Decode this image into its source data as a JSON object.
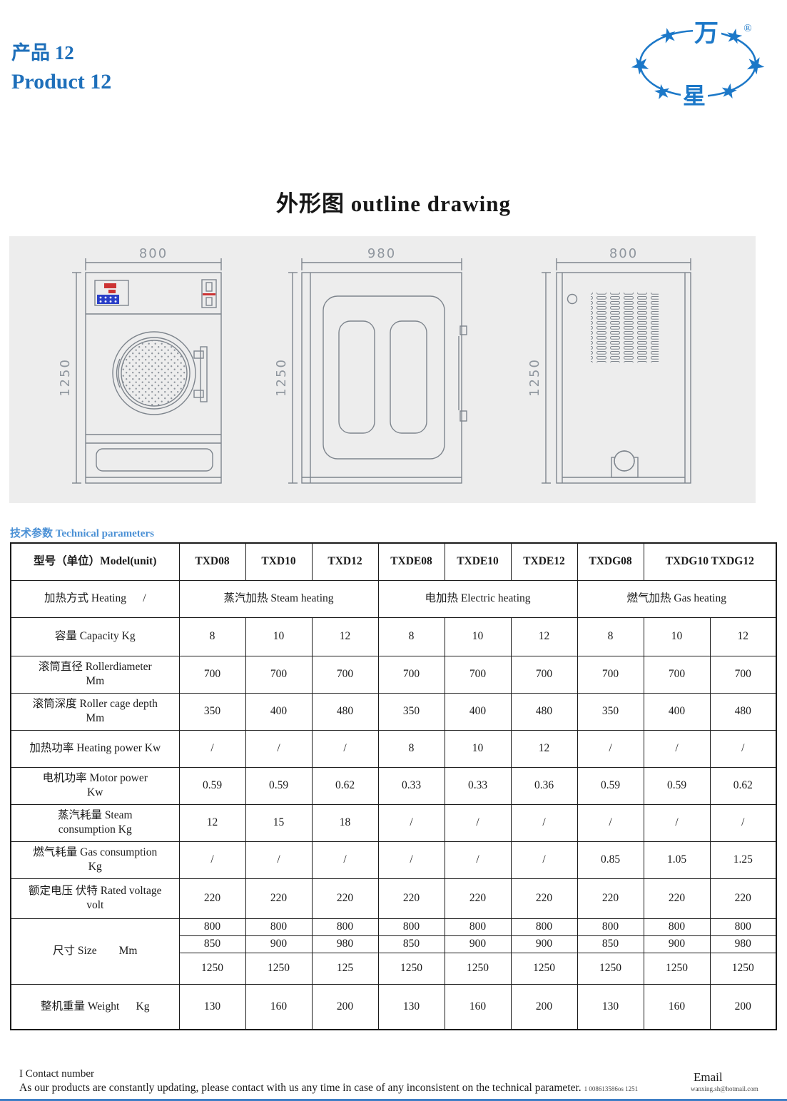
{
  "page": {
    "header_cn": "产品 12",
    "header_en": "Product 12"
  },
  "logo": {
    "top_char": "万",
    "bottom_char": "星",
    "registered": "®",
    "brand_color": "#1c78c8"
  },
  "title": "外形图 outline drawing",
  "section_label": "技术参数 Technical parameters",
  "drawings": {
    "front": {
      "width": "800",
      "height": "1250"
    },
    "side": {
      "width": "980",
      "height": "1250"
    },
    "back": {
      "width": "800",
      "height": "1250"
    }
  },
  "table": {
    "model_header": {
      "label": "型号（单位）Model(unit)",
      "models": [
        "TXD08",
        "TXD10",
        "TXD12",
        "TXDE08",
        "TXDE10",
        "TXDE12",
        "TXDG08",
        "TXDG10 TXDG12"
      ]
    },
    "heating_row": {
      "label": "加热方式 Heating      /",
      "groups": [
        "蒸汽加热 Steam heating",
        "电加热 Electric heating",
        "燃气加热 Gas heating"
      ]
    },
    "rows": [
      {
        "label": "容量 Capacity Kg",
        "values": [
          "8",
          "10",
          "12",
          "8",
          "10",
          "12",
          "8",
          "10",
          "12"
        ]
      },
      {
        "label": "滚筒直径 Rollerdiameter\nMm",
        "values": [
          "700",
          "700",
          "700",
          "700",
          "700",
          "700",
          "700",
          "700",
          "700"
        ]
      },
      {
        "label": "滚筒深度 Roller cage depth\nMm",
        "values": [
          "350",
          "400",
          "480",
          "350",
          "400",
          "480",
          "350",
          "400",
          "480"
        ]
      },
      {
        "label": "加热功率 Heating power Kw",
        "values": [
          "/",
          "/",
          "/",
          "8",
          "10",
          "12",
          "/",
          "/",
          "/"
        ]
      },
      {
        "label": "电机功率 Motor power\nKw",
        "values": [
          "0.59",
          "0.59",
          "0.62",
          "0.33",
          "0.33",
          "0.36",
          "0.59",
          "0.59",
          "0.62"
        ]
      },
      {
        "label": "蒸汽耗量 Steam\nconsumption Kg",
        "values": [
          "12",
          "15",
          "18",
          "/",
          "/",
          "/",
          "/",
          "/",
          "/"
        ]
      },
      {
        "label": "燃气耗量 Gas consumption\nKg",
        "values": [
          "/",
          "/",
          "/",
          "/",
          "/",
          "/",
          "0.85",
          "1.05",
          "1.25"
        ]
      },
      {
        "label": "额定电压 伏特 Rated voltage\nvolt",
        "values": [
          "220",
          "220",
          "220",
          "220",
          "220",
          "220",
          "220",
          "220",
          "220"
        ]
      }
    ],
    "size_row": {
      "label": "尺寸 Size        Mm",
      "sub_rows": [
        [
          "800",
          "800",
          "800",
          "800",
          "800",
          "800",
          "800",
          "800",
          "800"
        ],
        [
          "850",
          "900",
          "980",
          "850",
          "900",
          "900",
          "850",
          "900",
          "980"
        ],
        [
          "1250",
          "1250",
          "125",
          "1250",
          "1250",
          "1250",
          "1250",
          "1250",
          "1250"
        ]
      ]
    },
    "weight_row": {
      "label": "整机重量 Weight      Kg",
      "values": [
        "130",
        "160",
        "200",
        "130",
        "160",
        "200",
        "130",
        "160",
        "200"
      ]
    }
  },
  "footer": {
    "contact_label": "I Contact number",
    "note": "As our products are constantly updating, please contact with us any time in case of any inconsistent on the technical parameter.",
    "phone": "1 008613586os 1251",
    "email_label": "Email",
    "email": "wanxing.sh@hotmail.com"
  }
}
